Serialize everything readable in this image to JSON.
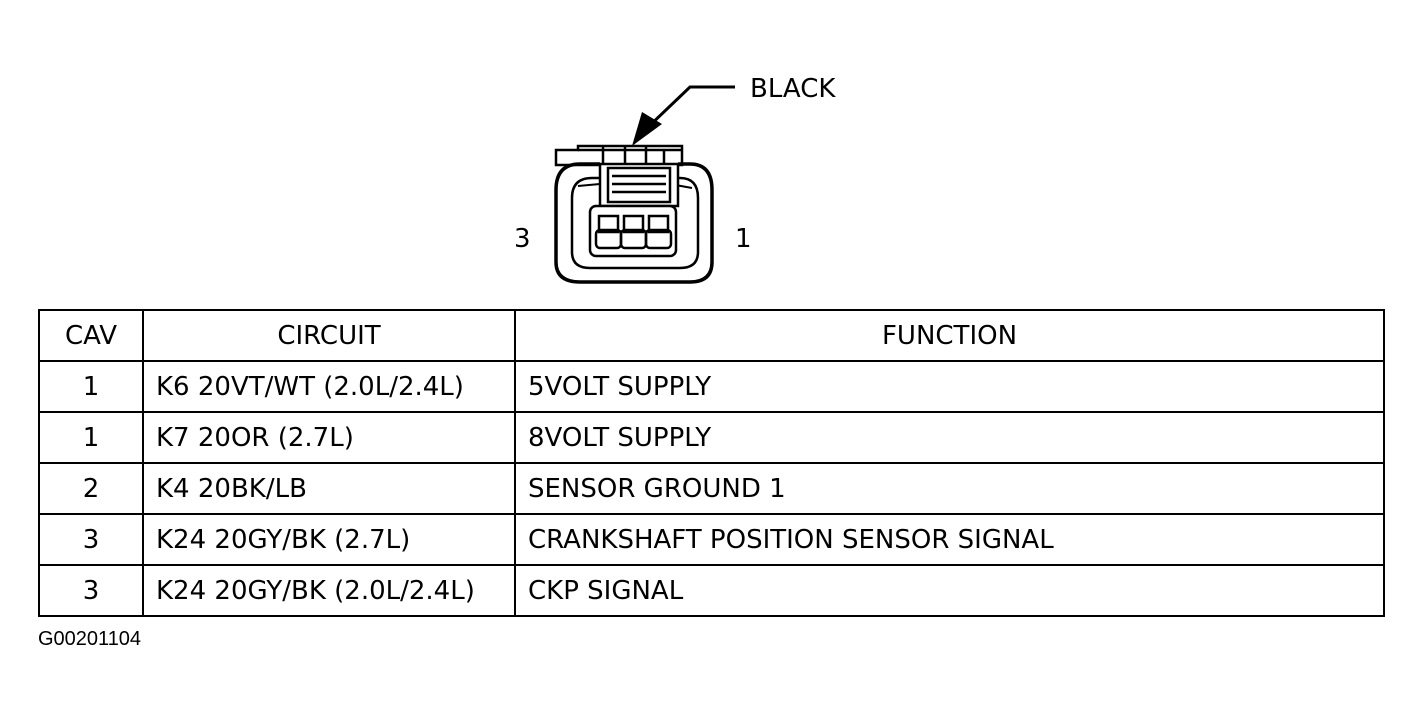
{
  "connector": {
    "color_label": "BLACK",
    "pin_label_left": "3",
    "pin_label_right": "1",
    "cavity_count": 3
  },
  "table": {
    "headers": [
      "CAV",
      "CIRCUIT",
      "FUNCTION"
    ],
    "rows": [
      {
        "cav": "1",
        "circuit": "K6 20VT/WT (2.0L/2.4L)",
        "function": "5VOLT SUPPLY"
      },
      {
        "cav": "1",
        "circuit": "K7 20OR (2.7L)",
        "function": "8VOLT SUPPLY"
      },
      {
        "cav": "2",
        "circuit": "K4 20BK/LB",
        "function": "SENSOR GROUND 1"
      },
      {
        "cav": "3",
        "circuit": "K24 20GY/BK (2.7L)",
        "function": "CRANKSHAFT POSITION SENSOR SIGNAL"
      },
      {
        "cav": "3",
        "circuit": "K24 20GY/BK (2.0L/2.4L)",
        "function": "CKP SIGNAL"
      }
    ]
  },
  "figure_id": "G00201104"
}
